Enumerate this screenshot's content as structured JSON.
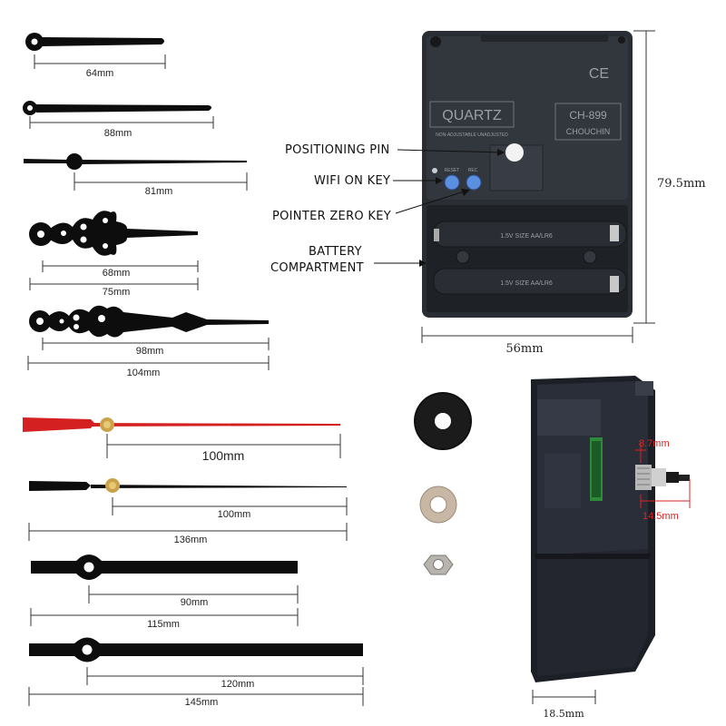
{
  "hands": {
    "h1": "64mm",
    "h2": "88mm",
    "h3": "81mm",
    "h4a": "68mm",
    "h4b": "75mm",
    "h5a": "98mm",
    "h5b": "104mm",
    "h6": "100mm",
    "h7a": "100mm",
    "h7b": "136mm",
    "h8a": "90mm",
    "h8b": "115mm",
    "h9a": "120mm",
    "h9b": "145mm"
  },
  "movement": {
    "brand": "QUARTZ",
    "brand_sub": "NON-ADJUSTABLE UNADJUSTED",
    "model": "CH-899",
    "maker": "CHOUCHIN",
    "ce": "CE",
    "btn1": "RESET",
    "btn2": "REC",
    "battery1": "1.5V SIZE AA/LR6",
    "battery2": "1.5V SIZE AA/LR6"
  },
  "callouts": {
    "positioning_pin": "POSITIONING PIN",
    "wifi_key": "WIFI ON KEY",
    "pointer_zero": "POINTER ZERO KEY",
    "battery_1": "BATTERY",
    "battery_2": "COMPARTMENT"
  },
  "dimensions": {
    "height": "79.5mm",
    "width": "56mm",
    "depth": "18.5mm",
    "shaft_dia": "8.7mm",
    "shaft_len": "14.5mm"
  },
  "colors": {
    "hand": "#0d0d0d",
    "red_hand": "#d42020",
    "brass": "#c9a24a",
    "body": "#2a2d33",
    "button": "#5b8fe0",
    "red_dim": "#e02020"
  }
}
